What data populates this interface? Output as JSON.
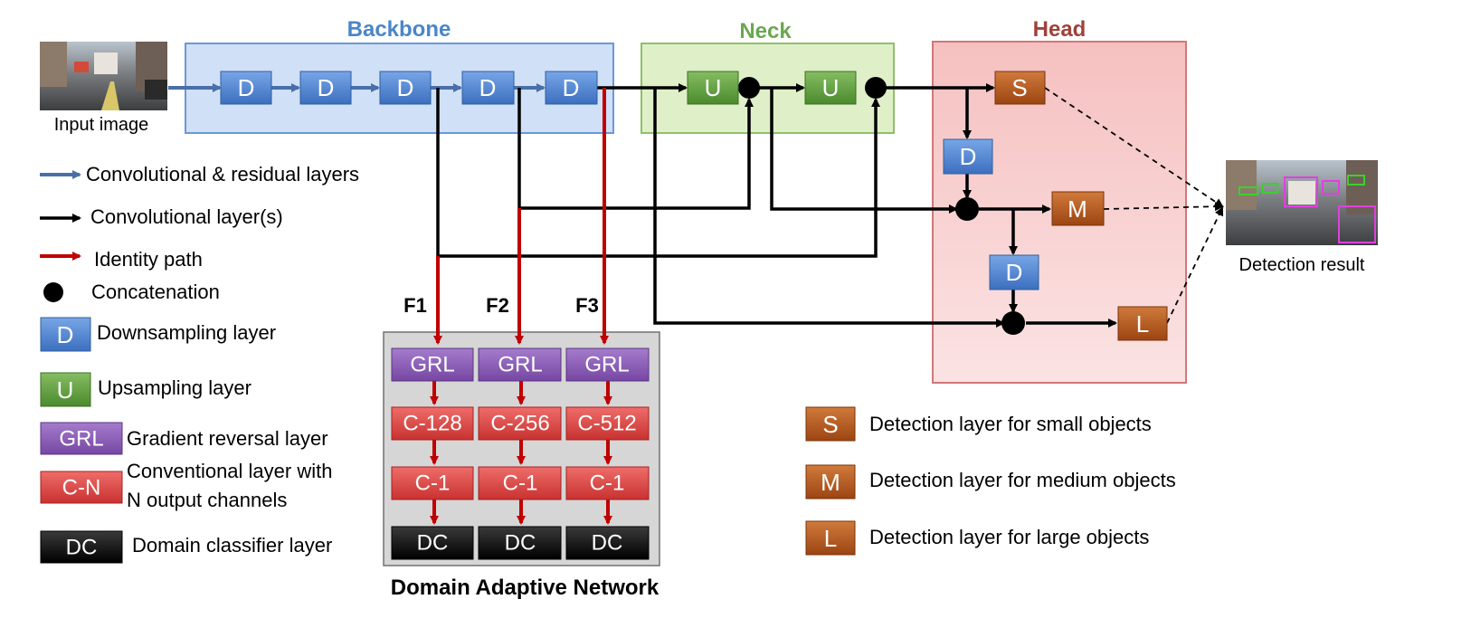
{
  "sections": {
    "backbone": "Backbone",
    "neck": "Neck",
    "head": "Head",
    "domain_adaptive": "Domain Adaptive Network"
  },
  "input_caption": "Input image",
  "output_caption": "Detection result",
  "blocks": {
    "downsample": "D",
    "upsample": "U",
    "small": "S",
    "medium": "M",
    "large": "L",
    "grl": "GRL",
    "conv128": "C-128",
    "conv256": "C-256",
    "conv512": "C-512",
    "conv1": "C-1",
    "dc": "DC"
  },
  "feature_labels": [
    "F1",
    "F2",
    "F3"
  ],
  "legend_left": [
    {
      "symbol": "blue-arrow",
      "text": "Convolutional & residual layers"
    },
    {
      "symbol": "black-arrow",
      "text": "Convolutional layer(s)"
    },
    {
      "symbol": "red-arrow",
      "text": "Identity path"
    },
    {
      "symbol": "dot",
      "text": "Concatenation"
    },
    {
      "symbol": "D",
      "text": "Downsampling layer"
    },
    {
      "symbol": "U",
      "text": "Upsampling layer"
    },
    {
      "symbol": "GRL",
      "text": "Gradient reversal layer"
    },
    {
      "symbol": "C-N",
      "text": "Conventional layer with",
      "text2": "N output channels"
    },
    {
      "symbol": "DC",
      "text": "Domain classifier layer"
    }
  ],
  "legend_right": [
    {
      "symbol": "S",
      "text": "Detection layer for small objects"
    },
    {
      "symbol": "M",
      "text": "Detection layer for medium objects"
    },
    {
      "symbol": "L",
      "text": "Detection layer for large objects"
    }
  ],
  "colors": {
    "blue_block": "#4a7fcf",
    "green_block": "#5b9a3c",
    "brown_block": "#b0541c",
    "purple_block": "#8a5bb5",
    "red_block": "#d9413f",
    "black_block": "#111111",
    "backbone_title": "#4a86c8",
    "neck_title": "#6aa84f",
    "head_title": "#a0413a",
    "identity_arrow": "#c00000",
    "conv_arrow": "#4a6fa8"
  }
}
